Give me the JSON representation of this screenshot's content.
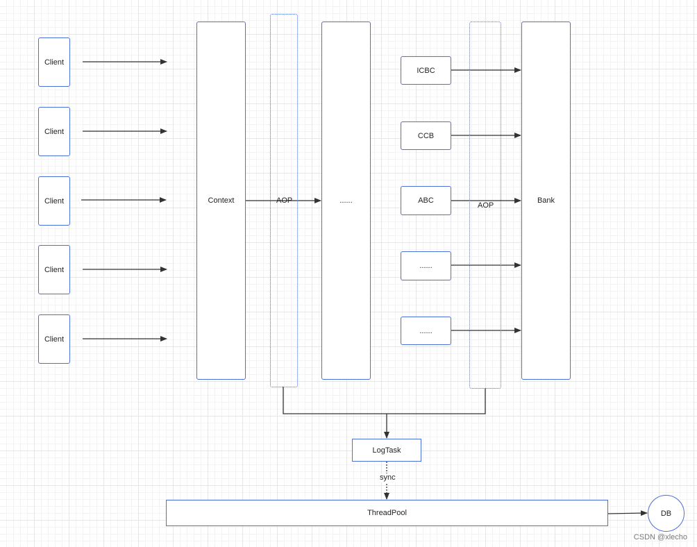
{
  "diagram": {
    "clients": [
      "Client",
      "Client",
      "Client",
      "Client",
      "Client"
    ],
    "context": "Context",
    "aop_left": "AOP",
    "middle": "......",
    "banks": [
      "ICBC",
      "CCB",
      "ABC",
      "......",
      "......"
    ],
    "aop_right": "AOP",
    "bank": "Bank",
    "logtask": "LogTask",
    "sync_label": "sync",
    "threadpool": "ThreadPool",
    "db": "DB"
  },
  "watermark": "CSDN @xlecho",
  "colors": {
    "node_border": "#4a6fd8",
    "arrow": "#333333",
    "grid": "#e6e6e6"
  }
}
